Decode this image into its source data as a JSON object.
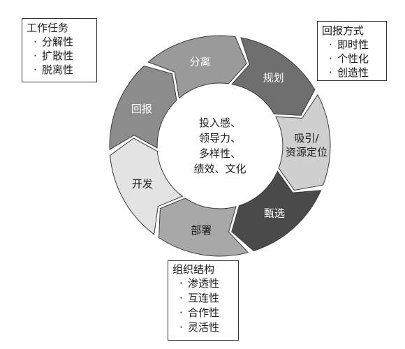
{
  "cycle": {
    "segments": [
      {
        "id": "fenli",
        "label": "分离",
        "color": "#9a9a9a",
        "text_color": "#ffffff"
      },
      {
        "id": "guihua",
        "label": "规划",
        "color": "#6e6e6e",
        "text_color": "#ffffff"
      },
      {
        "id": "xiyin",
        "label": "吸引/\n资源定位",
        "color": "#cfcfcf",
        "text_color": "#1a1a1a"
      },
      {
        "id": "zhenxuan",
        "label": "甄选",
        "color": "#4a4a4a",
        "text_color": "#ffffff"
      },
      {
        "id": "bushu",
        "label": "部署",
        "color": "#a8a8a8",
        "text_color": "#1a1a1a"
      },
      {
        "id": "kaifa",
        "label": "开发",
        "color": "#e3e3e3",
        "text_color": "#1a1a1a"
      },
      {
        "id": "huibao",
        "label": "回报",
        "color": "#8c8c8c",
        "text_color": "#ffffff"
      }
    ],
    "center_lines": [
      "投入感、",
      "领导力、",
      "多样性、",
      "绩效、文化"
    ]
  },
  "boxes": {
    "tasks": {
      "title": "工作任务",
      "items": [
        "分解性",
        "扩散性",
        "脱离性"
      ]
    },
    "returns": {
      "title": "回报方式",
      "items": [
        "即时性",
        "个性化",
        "创造性"
      ]
    },
    "org": {
      "title": "组织结构",
      "items": [
        "渗透性",
        "互连性",
        "合作性",
        "灵活性"
      ]
    }
  },
  "bullet": "·"
}
